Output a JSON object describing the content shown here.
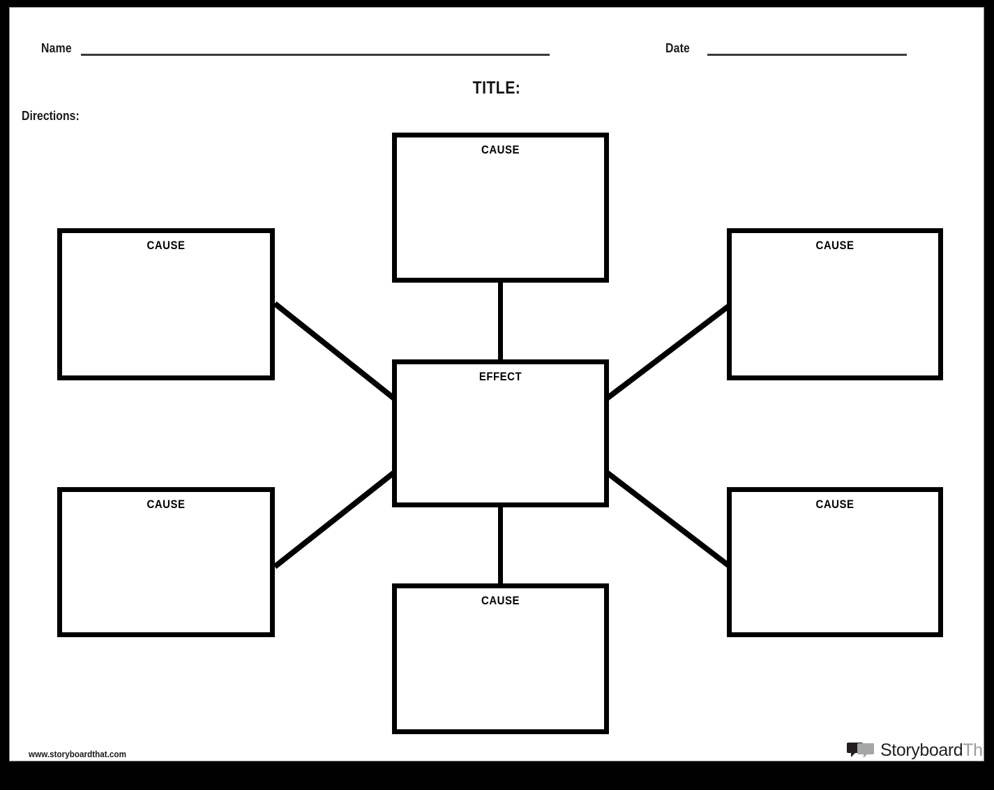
{
  "page": {
    "background_color": "#000000",
    "sheet_color": "#ffffff",
    "line_color": "#000000"
  },
  "header": {
    "name_label": "Name",
    "date_label": "Date",
    "title": "TITLE:",
    "directions_label": "Directions:"
  },
  "diagram": {
    "type": "cause-and-effect-web",
    "center": {
      "id": "effect",
      "label": "EFFECT"
    },
    "nodes": [
      {
        "id": "cause-top",
        "label": "CAUSE",
        "position": "top"
      },
      {
        "id": "cause-left-top",
        "label": "CAUSE",
        "position": "left-top"
      },
      {
        "id": "cause-left-bottom",
        "label": "CAUSE",
        "position": "left-bottom"
      },
      {
        "id": "cause-right-top",
        "label": "CAUSE",
        "position": "right-top"
      },
      {
        "id": "cause-right-bottom",
        "label": "CAUSE",
        "position": "right-bottom"
      },
      {
        "id": "cause-bottom",
        "label": "CAUSE",
        "position": "bottom"
      }
    ],
    "connectors": [
      {
        "from": "cause-top",
        "to": "effect",
        "style": "vertical"
      },
      {
        "from": "cause-bottom",
        "to": "effect",
        "style": "vertical"
      },
      {
        "from": "cause-left-top",
        "to": "effect",
        "style": "diagonal"
      },
      {
        "from": "cause-left-bottom",
        "to": "effect",
        "style": "diagonal"
      },
      {
        "from": "cause-right-top",
        "to": "effect",
        "style": "diagonal"
      },
      {
        "from": "cause-right-bottom",
        "to": "effect",
        "style": "diagonal"
      }
    ]
  },
  "footer": {
    "url": "www.storyboardthat.com",
    "logo": {
      "icon": "speech-bubbles-icon",
      "word_primary": "Storyboard",
      "word_secondary": "That",
      "color_primary": "#231f20",
      "color_secondary": "#9b9b9b"
    }
  }
}
